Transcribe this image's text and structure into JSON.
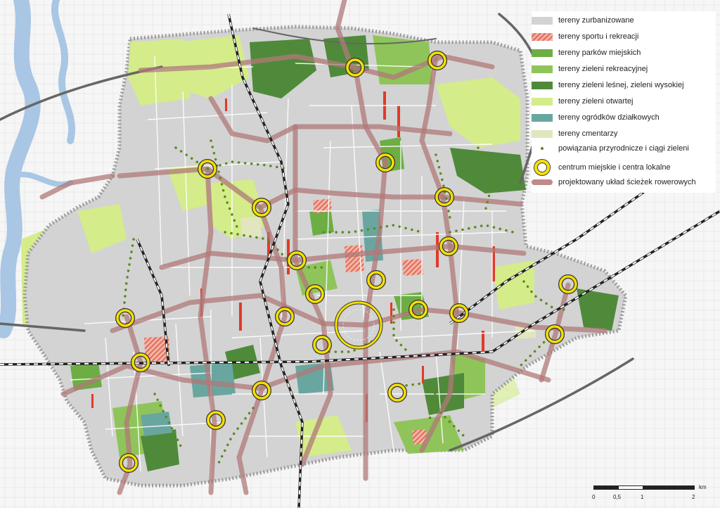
{
  "map": {
    "colors": {
      "urban": "#d3d3d3",
      "sport": "#e8816e",
      "parks": "#6cae44",
      "recreational": "#8fc45a",
      "forest": "#4f8a3a",
      "open_green": "#d4ec8a",
      "allotments": "#6aa6a0",
      "cemetery": "#e2e6bf",
      "green_links": "#5a8a1f",
      "centres": "#f5e000",
      "cycle_paths": "#c08a8a",
      "river": "#a9c6e4",
      "rail": "#222222"
    }
  },
  "legend": {
    "items": [
      {
        "label": "tereny zurbanizowane",
        "symbol": "urban-swatch-icon",
        "color": "#d3d3d3"
      },
      {
        "label": "tereny sportu i rekreacji",
        "symbol": "sport-hatch-swatch-icon",
        "color": "#e8816e"
      },
      {
        "label": "tereny parków miejskich",
        "symbol": "parks-swatch-icon",
        "color": "#6cae44"
      },
      {
        "label": "tereny zieleni rekreacyjnej",
        "symbol": "recreational-swatch-icon",
        "color": "#8fc45a"
      },
      {
        "label": "tereny zieleni leśnej, zieleni wysokiej",
        "symbol": "forest-swatch-icon",
        "color": "#4f8a3a"
      },
      {
        "label": "tereny zieleni otwartej",
        "symbol": "open-green-swatch-icon",
        "color": "#d4ec8a"
      },
      {
        "label": "tereny ogródków działkowych",
        "symbol": "allotments-swatch-icon",
        "color": "#6aa6a0"
      },
      {
        "label": "tereny cmentarzy",
        "symbol": "cemetery-swatch-icon",
        "color": "#e2e6bf"
      },
      {
        "label": "powiązania przyrodnicze i ciągi zieleni",
        "symbol": "green-link-dot-icon",
        "color": "#5a8a1f"
      },
      {
        "label": "centrum miejskie i centra lokalne",
        "symbol": "centre-ring-icon",
        "color": "#f5e000"
      },
      {
        "label": "projektowany układ ścieżek rowerowych",
        "symbol": "cycle-path-line-icon",
        "color": "#c08a8a"
      }
    ]
  },
  "scale": {
    "ticks": [
      "0",
      "0,5",
      "1",
      "2"
    ],
    "unit": "km"
  }
}
